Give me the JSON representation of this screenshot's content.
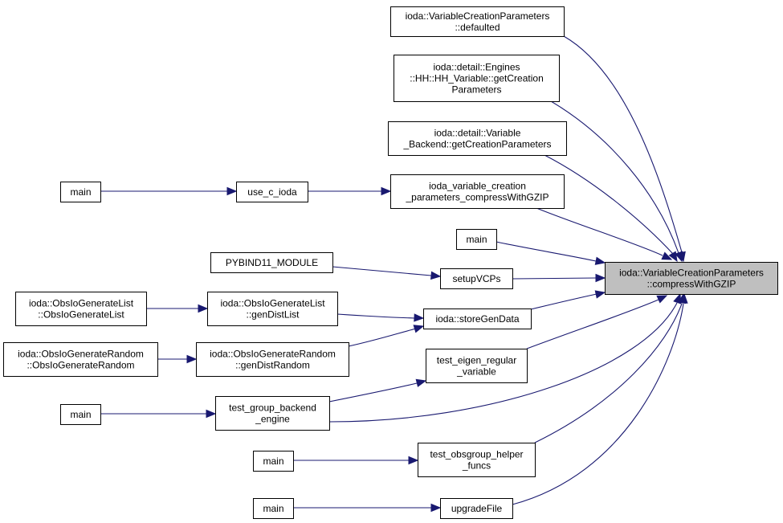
{
  "graph": {
    "nodes": {
      "target": [
        "ioda::VariableCreationParameters",
        "::compressWithGZIP"
      ],
      "defaulted": [
        "ioda::VariableCreationParameters",
        "::defaulted"
      ],
      "hh_getcp": [
        "ioda::detail::Engines",
        "::HH::HH_Variable::getCreation",
        "Parameters"
      ],
      "vb_getcp": [
        "ioda::detail::Variable",
        "_Backend::getCreationParameters"
      ],
      "ivcp": [
        "ioda_variable_creation",
        "_parameters_compressWithGZIP"
      ],
      "use_c_ioda": [
        "use_c_ioda"
      ],
      "main1": [
        "main"
      ],
      "main2": [
        "main"
      ],
      "pybind": [
        "PYBIND11_MODULE"
      ],
      "setupvcps": [
        "setupVCPs"
      ],
      "oigl": [
        "ioda::ObsIoGenerateList",
        "::ObsIoGenerateList"
      ],
      "gendistlist": [
        "ioda::ObsIoGenerateList",
        "::genDistList"
      ],
      "storegen": [
        "ioda::storeGenData"
      ],
      "oigr": [
        "ioda::ObsIoGenerateRandom",
        "::ObsIoGenerateRandom"
      ],
      "gendistrandom": [
        "ioda::ObsIoGenerateRandom",
        "::genDistRandom"
      ],
      "eigen": [
        "test_eigen_regular",
        "_variable"
      ],
      "main3": [
        "main"
      ],
      "backend": [
        "test_group_backend",
        "_engine"
      ],
      "main4": [
        "main"
      ],
      "obsgroup": [
        "test_obsgroup_helper",
        "_funcs"
      ],
      "main5": [
        "main"
      ],
      "upgrade": [
        "upgradeFile"
      ]
    },
    "edges": [
      [
        "defaulted",
        "target"
      ],
      [
        "hh_getcp",
        "target"
      ],
      [
        "vb_getcp",
        "target"
      ],
      [
        "main1",
        "use_c_ioda"
      ],
      [
        "use_c_ioda",
        "ivcp"
      ],
      [
        "ivcp",
        "target"
      ],
      [
        "main2",
        "target"
      ],
      [
        "pybind",
        "setupvcps"
      ],
      [
        "setupvcps",
        "target"
      ],
      [
        "oigl",
        "gendistlist"
      ],
      [
        "gendistlist",
        "storegen"
      ],
      [
        "storegen",
        "target"
      ],
      [
        "oigr",
        "gendistrandom"
      ],
      [
        "gendistrandom",
        "storegen"
      ],
      [
        "eigen",
        "target"
      ],
      [
        "backend",
        "eigen"
      ],
      [
        "main3",
        "backend"
      ],
      [
        "backend",
        "target"
      ],
      [
        "main4",
        "obsgroup"
      ],
      [
        "obsgroup",
        "target"
      ],
      [
        "main5",
        "upgrade"
      ],
      [
        "upgrade",
        "target"
      ]
    ],
    "colors": {
      "edge": "#191970",
      "focus_fill": "#bfbfbf",
      "node_fill": "#ffffff",
      "border": "#000000"
    }
  }
}
